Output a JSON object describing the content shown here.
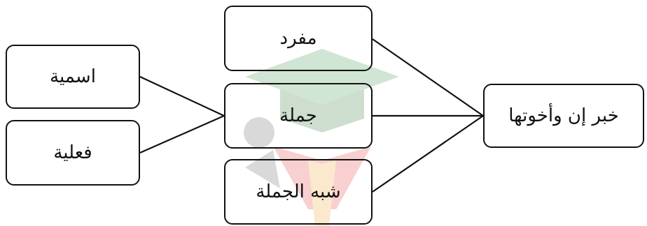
{
  "diagram": {
    "root": {
      "label": "خبر إن وأخوتها"
    },
    "types": [
      {
        "label": "مفرد"
      },
      {
        "label": "جملة"
      },
      {
        "label": "شبه الجملة"
      }
    ],
    "sentence_types": [
      {
        "label": "اسمية"
      },
      {
        "label": "فعلية"
      }
    ]
  },
  "colors": {
    "line": "#111111",
    "box_border": "#111111",
    "watermark_green": "#2e8b3a",
    "watermark_red": "#e0302a",
    "watermark_orange": "#f0a020",
    "watermark_gray": "#555555"
  },
  "watermark": {
    "icon": "graduation-cap-logo"
  }
}
